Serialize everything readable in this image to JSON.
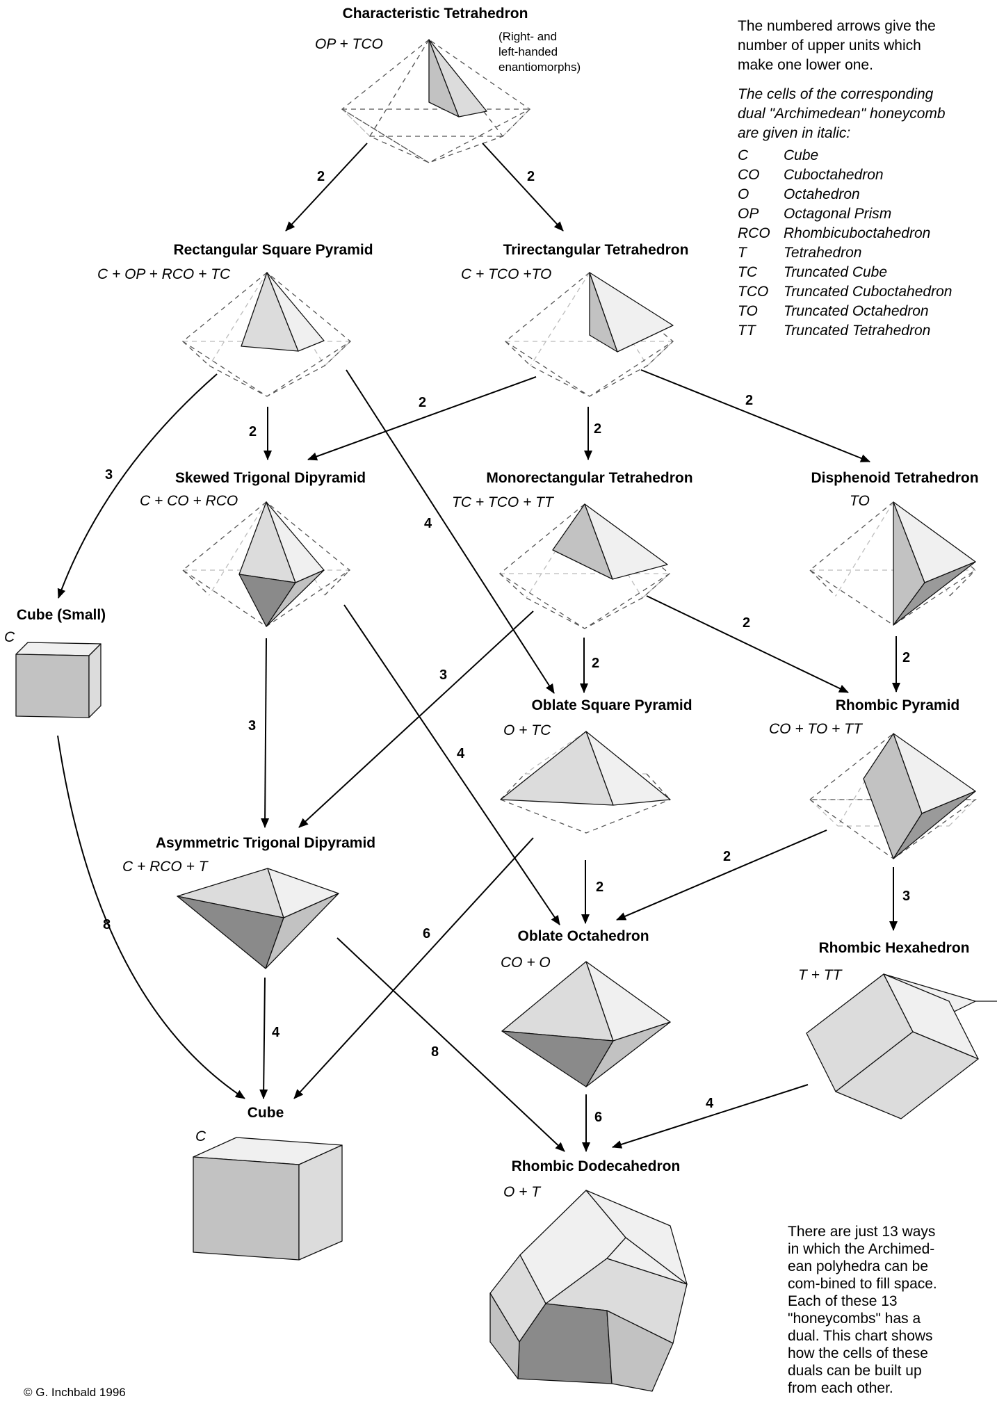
{
  "nodes": {
    "characteristic": {
      "title": "Characteristic Tetrahedron",
      "cells": "OP + TCO",
      "note": [
        "(Right- and",
        "left-handed",
        "enantiomorphs)"
      ]
    },
    "rect_sq_pyr": {
      "title": "Rectangular Square Pyramid",
      "cells": "C + OP + RCO + TC"
    },
    "trirect_tet": {
      "title": "Trirectangular Tetrahedron",
      "cells": "C + TCO +TO"
    },
    "skewed_trig": {
      "title": "Skewed Trigonal Dipyramid",
      "cells": "C + CO + RCO"
    },
    "monorect_tet": {
      "title": "Monorectangular Tetrahedron",
      "cells": "TC + TCO + TT"
    },
    "disphenoid": {
      "title": "Disphenoid Tetrahedron",
      "cells": "TO"
    },
    "cube_small": {
      "title": "Cube (Small)",
      "cells": "C"
    },
    "oblate_sq_pyr": {
      "title": "Oblate Square Pyramid",
      "cells": "O + TC"
    },
    "rhombic_pyr": {
      "title": "Rhombic Pyramid",
      "cells": "CO + TO + TT"
    },
    "asym_trig": {
      "title": "Asymmetric Trigonal Dipyramid",
      "cells": "C + RCO + T"
    },
    "oblate_oct": {
      "title": "Oblate Octahedron",
      "cells": "CO + O"
    },
    "rhombic_hex": {
      "title": "Rhombic Hexahedron",
      "cells": "T + TT"
    },
    "cube": {
      "title": "Cube",
      "cells": "C"
    },
    "rhombic_dodec": {
      "title": "Rhombic Dodecahedron",
      "cells": "O + T"
    }
  },
  "arrows": [
    {
      "from": "characteristic",
      "to": "rect_sq_pyr",
      "label": "2"
    },
    {
      "from": "characteristic",
      "to": "trirect_tet",
      "label": "2"
    },
    {
      "from": "rect_sq_pyr",
      "to": "cube_small",
      "label": "3"
    },
    {
      "from": "rect_sq_pyr",
      "to": "skewed_trig",
      "label": "2"
    },
    {
      "from": "rect_sq_pyr",
      "to": "oblate_sq_pyr",
      "label": "4"
    },
    {
      "from": "trirect_tet",
      "to": "skewed_trig",
      "label": "2"
    },
    {
      "from": "trirect_tet",
      "to": "monorect_tet",
      "label": "2"
    },
    {
      "from": "trirect_tet",
      "to": "disphenoid",
      "label": "2"
    },
    {
      "from": "skewed_trig",
      "to": "asym_trig",
      "label": "3"
    },
    {
      "from": "skewed_trig",
      "to": "oblate_oct",
      "label": "4"
    },
    {
      "from": "monorect_tet",
      "to": "asym_trig",
      "label": "3"
    },
    {
      "from": "monorect_tet",
      "to": "oblate_sq_pyr",
      "label": "2"
    },
    {
      "from": "monorect_tet",
      "to": "rhombic_pyr",
      "label": "2"
    },
    {
      "from": "disphenoid",
      "to": "rhombic_pyr",
      "label": "2"
    },
    {
      "from": "cube_small",
      "to": "cube",
      "label": "8"
    },
    {
      "from": "asym_trig",
      "to": "cube",
      "label": "4"
    },
    {
      "from": "asym_trig",
      "to": "rhombic_dodec",
      "label": "8"
    },
    {
      "from": "oblate_sq_pyr",
      "to": "cube",
      "label": "6"
    },
    {
      "from": "oblate_sq_pyr",
      "to": "oblate_oct",
      "label": "2"
    },
    {
      "from": "rhombic_pyr",
      "to": "oblate_oct",
      "label": "2"
    },
    {
      "from": "rhombic_pyr",
      "to": "rhombic_hex",
      "label": "3"
    },
    {
      "from": "oblate_oct",
      "to": "rhombic_dodec",
      "label": "6"
    },
    {
      "from": "rhombic_hex",
      "to": "rhombic_dodec",
      "label": "4"
    }
  ],
  "legend": {
    "intro": [
      "The numbered arrows give the",
      "number of upper units which",
      "make one lower one."
    ],
    "italic_intro": [
      "The cells of the corresponding",
      "dual \"Archimedean\" honeycomb",
      "are given in italic:"
    ],
    "items": [
      {
        "abbr": "C",
        "name": "Cube"
      },
      {
        "abbr": "CO",
        "name": "Cuboctahedron"
      },
      {
        "abbr": "O",
        "name": "Octahedron"
      },
      {
        "abbr": "OP",
        "name": "Octagonal Prism"
      },
      {
        "abbr": "RCO",
        "name": "Rhombicuboctahedron"
      },
      {
        "abbr": "T",
        "name": "Tetrahedron"
      },
      {
        "abbr": "TC",
        "name": "Truncated Cube"
      },
      {
        "abbr": "TCO",
        "name": "Truncated Cuboctahedron"
      },
      {
        "abbr": "TO",
        "name": "Truncated Octahedron"
      },
      {
        "abbr": "TT",
        "name": "Truncated Tetrahedron"
      }
    ]
  },
  "footer_note": [
    "There are just 13 ways",
    "in which the Archimed-",
    "ean polyhedra can be",
    "com-bined to fill space.",
    "Each of these 13",
    "\"honeycombs\" has a",
    "dual.  This chart shows",
    "how the cells of these",
    "duals can be built up",
    "from each other."
  ],
  "copyright": "© G. Inchbald   1996"
}
